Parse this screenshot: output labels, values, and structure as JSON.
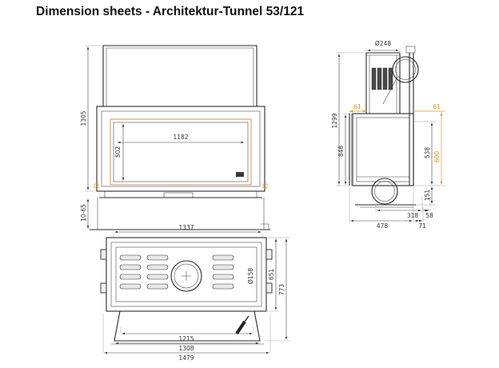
{
  "title": "Dimension sheets - Architektur-Tunnel 53/121",
  "accent_color": "#e8951c",
  "views": {
    "front": {
      "overall_height": "1305",
      "opening_width": "1182",
      "opening_height": "502",
      "adjustable_base": "10-65"
    },
    "side": {
      "flue_diameter": "Ø248",
      "overall_height": "1299",
      "body_height": "848",
      "flue_offset_left": "61",
      "flue_offset_right": "61",
      "glass_height": "538",
      "convection_height": "600",
      "base_height": "151",
      "depth_flue": "318",
      "depth_offset_top": "58",
      "depth_body": "478",
      "depth_offset_bottom": "71"
    },
    "plan": {
      "body_width": "1337",
      "depth_inner": "651",
      "depth_overall": "773",
      "flue_diameter": "Ø158",
      "opening_width": "1215",
      "frame_width": "1308",
      "overall_width": "1479"
    }
  }
}
